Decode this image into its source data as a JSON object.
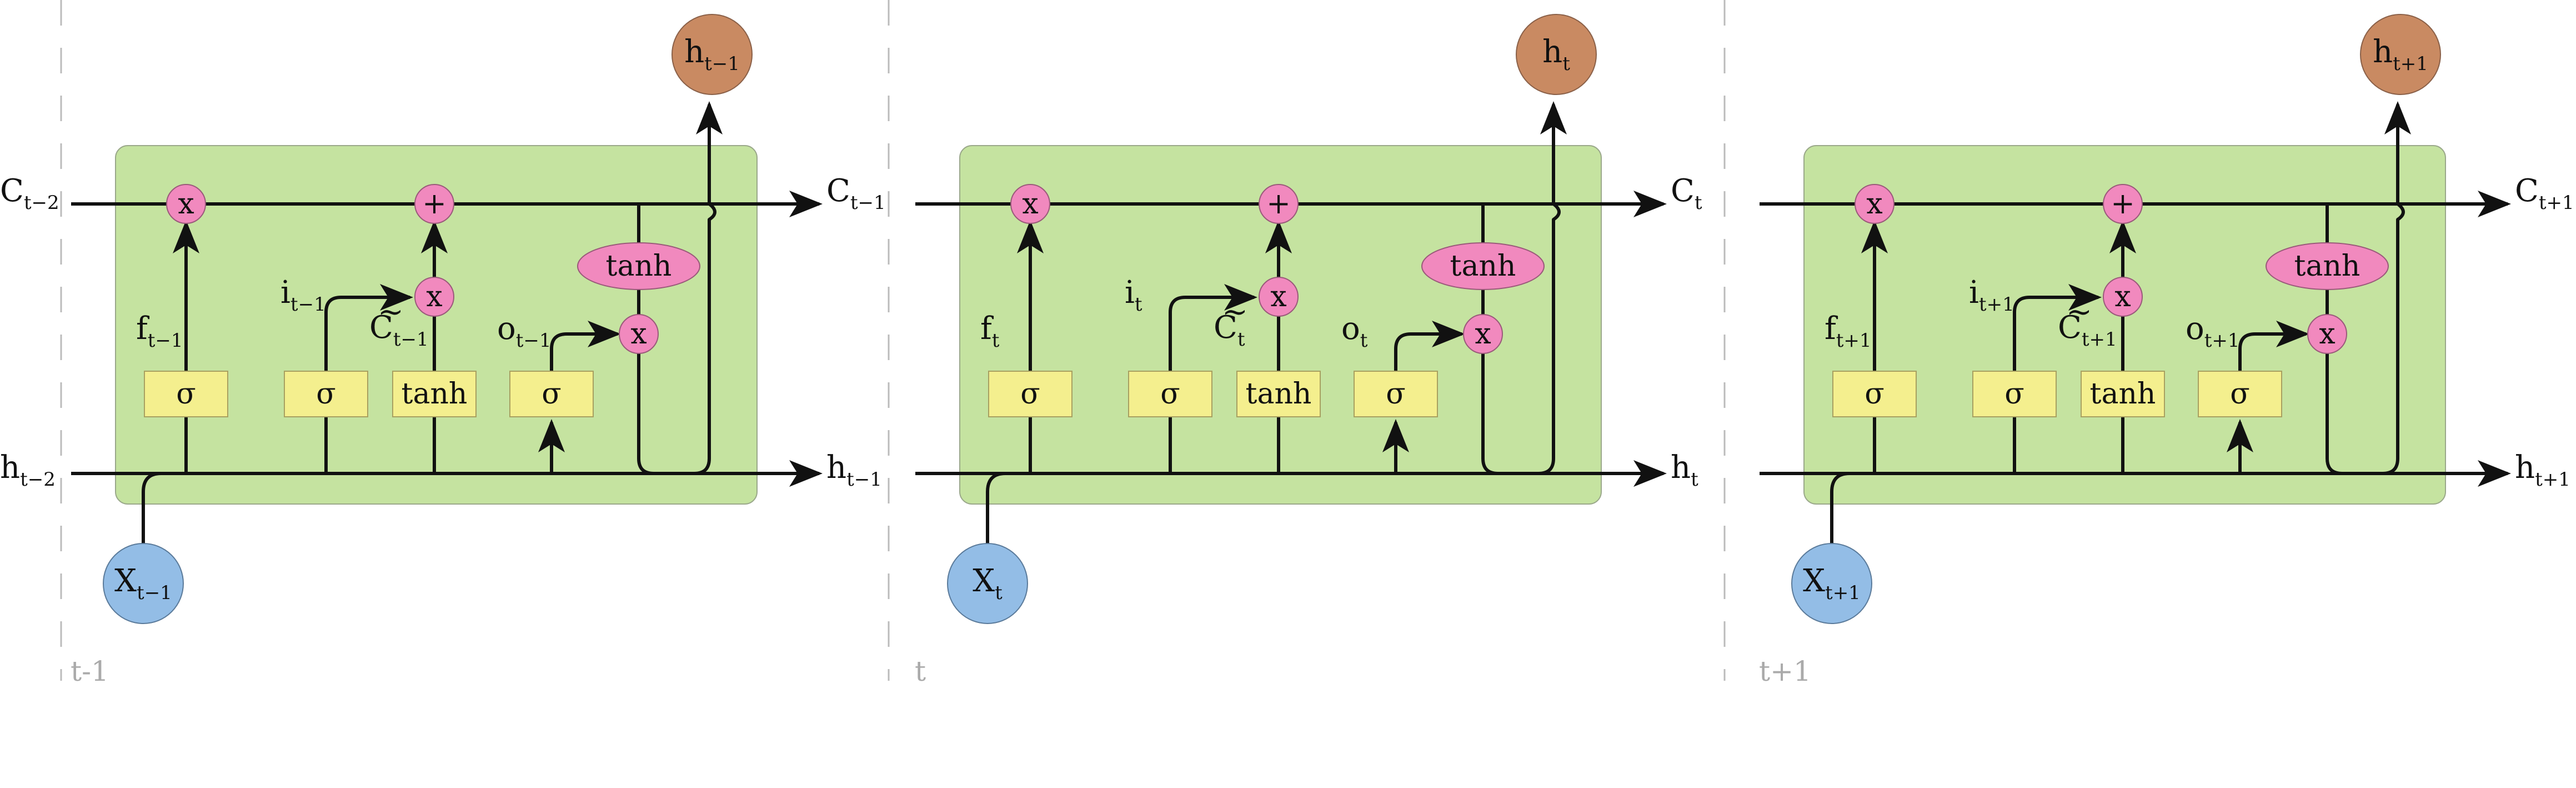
{
  "cells": [
    {
      "step_label": "t-1",
      "x_in": {
        "base": "X",
        "sub": "t−1"
      },
      "h_out": {
        "base": "h",
        "sub": "t−1"
      },
      "c_in": {
        "base": "C",
        "sub": "t−2"
      },
      "c_out": {
        "base": "C",
        "sub": "t−1"
      },
      "h_in": {
        "base": "h",
        "sub": "t−2"
      },
      "h_right": {
        "base": "h",
        "sub": "t−1"
      },
      "f": {
        "base": "f",
        "sub": "t−1"
      },
      "i": {
        "base": "i",
        "sub": "t−1"
      },
      "c_tilde": {
        "base": "C",
        "sub": "t−1"
      },
      "o": {
        "base": "o",
        "sub": "t−1"
      }
    },
    {
      "step_label": "t",
      "x_in": {
        "base": "X",
        "sub": "t"
      },
      "h_out": {
        "base": "h",
        "sub": "t"
      },
      "c_in": {
        "base": "",
        "sub": ""
      },
      "c_out": {
        "base": "C",
        "sub": "t"
      },
      "h_in": {
        "base": "",
        "sub": ""
      },
      "h_right": {
        "base": "h",
        "sub": "t"
      },
      "f": {
        "base": "f",
        "sub": "t"
      },
      "i": {
        "base": "i",
        "sub": "t"
      },
      "c_tilde": {
        "base": "C",
        "sub": "t"
      },
      "o": {
        "base": "o",
        "sub": "t"
      }
    },
    {
      "step_label": "t+1",
      "x_in": {
        "base": "X",
        "sub": "t+1"
      },
      "h_out": {
        "base": "h",
        "sub": "t+1"
      },
      "c_in": {
        "base": "",
        "sub": ""
      },
      "c_out": {
        "base": "C",
        "sub": "t+1"
      },
      "h_in": {
        "base": "",
        "sub": ""
      },
      "h_right": {
        "base": "h",
        "sub": "t+1"
      },
      "f": {
        "base": "f",
        "sub": "t+1"
      },
      "i": {
        "base": "i",
        "sub": "t+1"
      },
      "c_tilde": {
        "base": "C",
        "sub": "t+1"
      },
      "o": {
        "base": "o",
        "sub": "t+1"
      }
    }
  ],
  "symbols": {
    "sigma": "σ",
    "tanh": "tanh",
    "multiply": "x",
    "add": "+",
    "tilde": "~"
  },
  "colors": {
    "cell_background": "#c5e3a0",
    "gate_box": "#f4ef8e",
    "pointwise_op": "#f189be",
    "hidden_output": "#c98a62",
    "input_node": "#93bde6",
    "divider": "#bbbbbb",
    "wire": "#111111"
  },
  "icons": {
    "arrow": "arrowhead-icon"
  }
}
